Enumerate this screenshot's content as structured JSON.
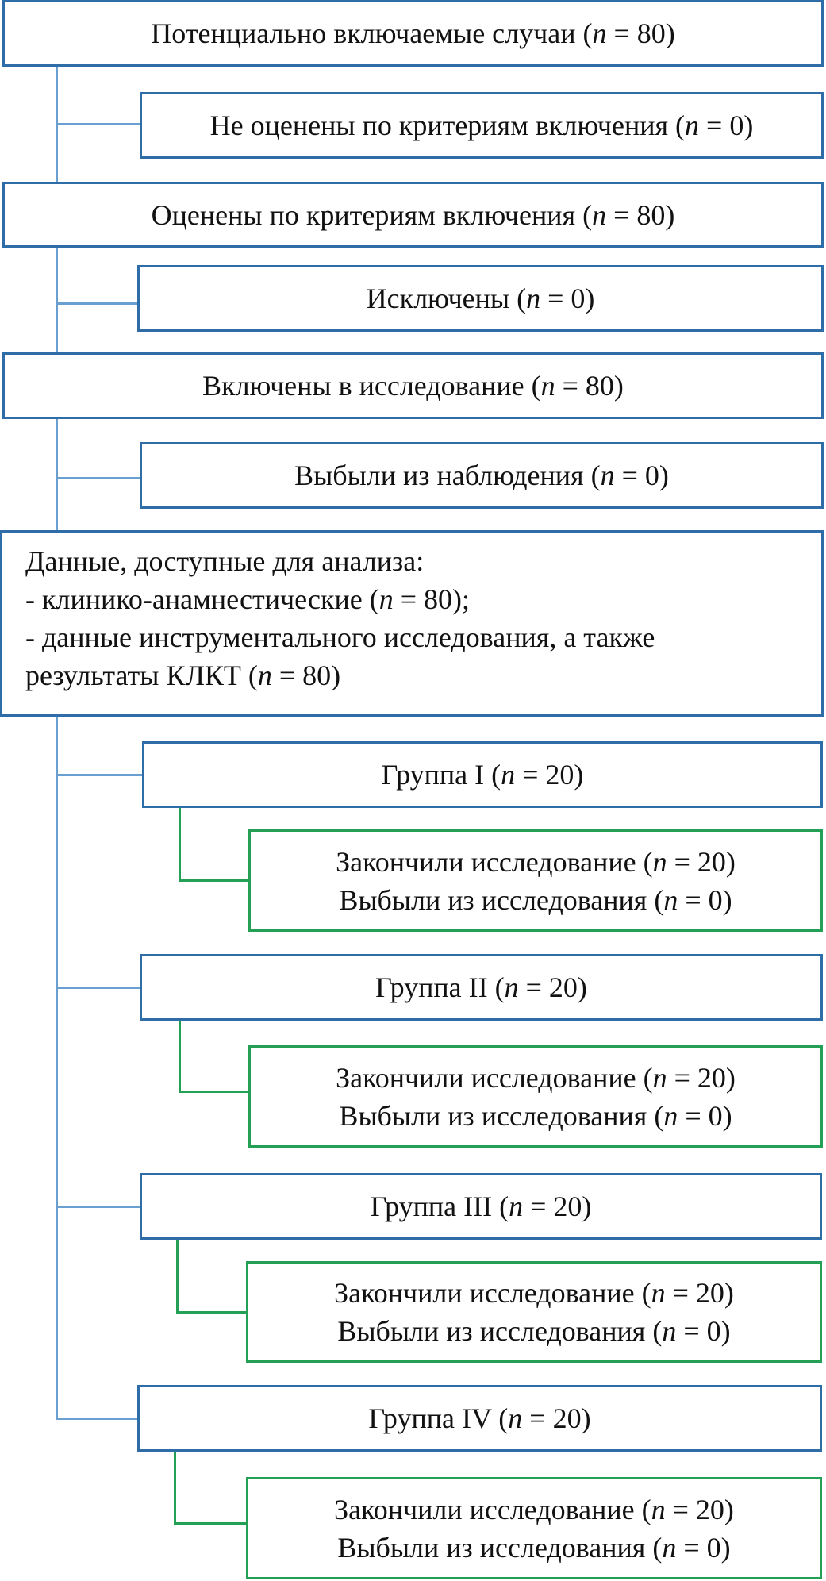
{
  "flowchart": {
    "potential": {
      "label": "Потенциально включаемые  случаи (",
      "var": "n",
      "value": " = 80)"
    },
    "not_assessed": {
      "label": "Не оценены по критериям включения (",
      "var": "n",
      "value": " = 0)"
    },
    "assessed": {
      "label": "Оценены по критериям включения (",
      "var": "n",
      "value": " = 80)"
    },
    "excluded": {
      "label": "Исключены (",
      "var": "n",
      "value": " = 0)"
    },
    "included": {
      "label": "Включены в исследование (",
      "var": "n",
      "value": " = 80)"
    },
    "dropped": {
      "label": "Выбыли из наблюдения (",
      "var": "n",
      "value": " = 0)"
    },
    "analysis": {
      "title": "Данные, доступные для анализа:",
      "line1": {
        "label": "- клинико-анамнестические (",
        "var": "n",
        "value": " = 80);"
      },
      "line2": "- данные инструментального исследования, а также",
      "line3": {
        "label": "результаты КЛКТ (",
        "var": "n",
        "value": " = 80)"
      }
    },
    "groups": [
      {
        "label": "Группа I (",
        "var": "n",
        "value": " = 20)",
        "completed": {
          "label": "Закончили исследование (",
          "var": "n",
          "value": " = 20)"
        },
        "withdrawn": {
          "label": "Выбыли из исследования (",
          "var": "n",
          "value": " = 0)"
        }
      },
      {
        "label": "Группа II (",
        "var": "n",
        "value": " = 20)",
        "completed": {
          "label": "Закончили исследование (",
          "var": "n",
          "value": " = 20)"
        },
        "withdrawn": {
          "label": "Выбыли из исследования (",
          "var": "n",
          "value": " = 0)"
        }
      },
      {
        "label": "Группа III (",
        "var": "n",
        "value": " = 20)",
        "completed": {
          "label": "Закончили исследование (",
          "var": "n",
          "value": " = 20)"
        },
        "withdrawn": {
          "label": "Выбыли из исследования (",
          "var": "n",
          "value": " = 0)"
        }
      },
      {
        "label": "Группа IV (",
        "var": "n",
        "value": " = 20)",
        "completed": {
          "label": "Закончили исследование (",
          "var": "n",
          "value": " = 20)"
        },
        "withdrawn": {
          "label": "Выбыли из исследования (",
          "var": "n",
          "value": " = 0)"
        }
      }
    ],
    "colors": {
      "main_border": "#2E6DA8",
      "connector": "#6A9FD2",
      "outcome_border": "#23A055"
    }
  }
}
